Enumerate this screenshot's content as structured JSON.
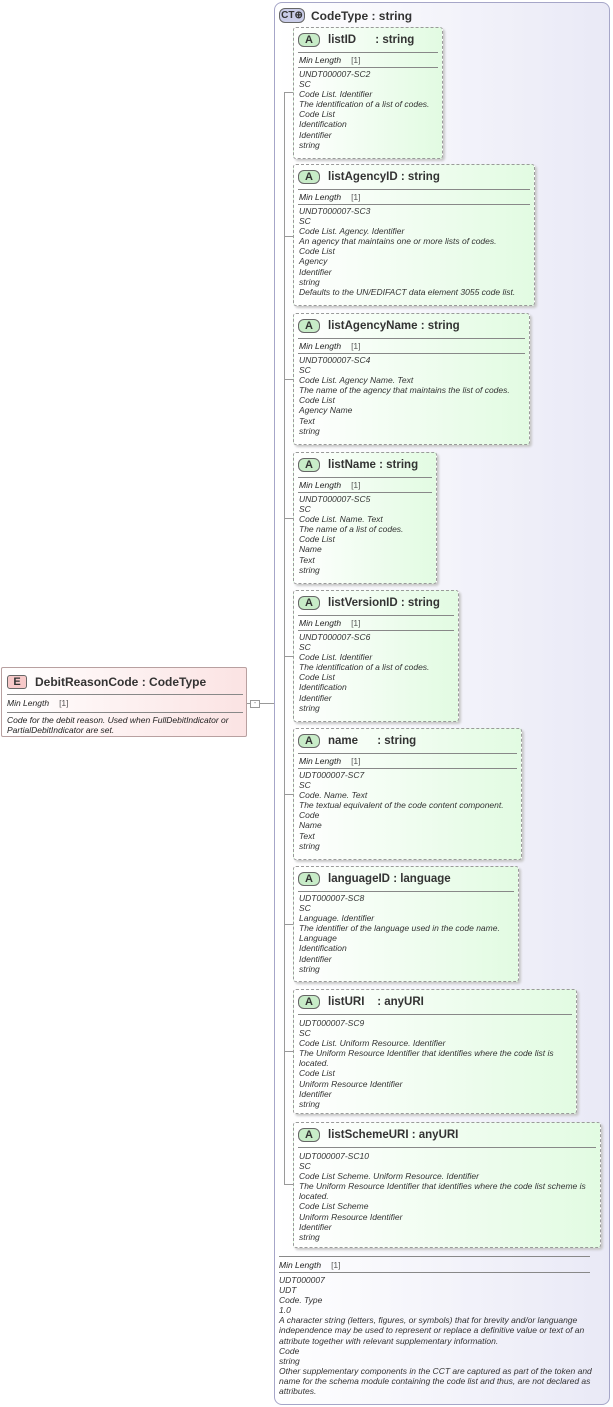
{
  "element": {
    "badge": "E",
    "name": "DebitReasonCode",
    "type": ": CodeType",
    "facet_label": "Min Length",
    "facet_value": "[1]",
    "documentation": "Code for the debit reason. Used when FullDebitIndicator or PartialDebitIndicator are set."
  },
  "complex_type": {
    "badge": "CT",
    "name": "CodeType",
    "type": ": string",
    "facet_label": "Min Length",
    "facet_value": "[1]",
    "documentation": [
      "UDT000007",
      "UDT",
      "Code. Type",
      "1.0",
      "A character string (letters, figures, or symbols) that for brevity and/or languange independence may be used to represent or replace a definitive value or text of an attribute together with relevant supplementary information.",
      "Code",
      "string",
      "Other supplementary components in the CCT are captured as part of the token and name for the schema module containing the code list and thus, are not declared as attributes."
    ]
  },
  "attributes": [
    {
      "badge": "A",
      "name": "listID",
      "type": ": string",
      "facet_label": "Min Length",
      "facet_value": "[1]",
      "doc": [
        "UNDT000007-SC2",
        "SC",
        "Code List. Identifier",
        "The identification of a list of codes.",
        "Code List",
        "Identification",
        "Identifier",
        "string"
      ]
    },
    {
      "badge": "A",
      "name": "listAgencyID",
      "type": ": string",
      "facet_label": "Min Length",
      "facet_value": "[1]",
      "doc": [
        "UNDT000007-SC3",
        "SC",
        "Code List. Agency. Identifier",
        "An agency that maintains one or more lists of codes.",
        "Code List",
        "Agency",
        "Identifier",
        "string",
        "Defaults to the UN/EDIFACT data element 3055 code list."
      ]
    },
    {
      "badge": "A",
      "name": "listAgencyName",
      "type": ": string",
      "facet_label": "Min Length",
      "facet_value": "[1]",
      "doc": [
        "UNDT000007-SC4",
        "SC",
        "Code List. Agency Name. Text",
        "The name of the agency that maintains the list of codes.",
        "Code List",
        "Agency Name",
        "Text",
        "string"
      ]
    },
    {
      "badge": "A",
      "name": "listName",
      "type": ": string",
      "facet_label": "Min Length",
      "facet_value": "[1]",
      "doc": [
        "UNDT000007-SC5",
        "SC",
        "Code List. Name. Text",
        "The name of a list of codes.",
        "Code List",
        "Name",
        "Text",
        "string"
      ]
    },
    {
      "badge": "A",
      "name": "listVersionID",
      "type": ": string",
      "facet_label": "Min Length",
      "facet_value": "[1]",
      "doc": [
        "UNDT000007-SC6",
        "SC",
        "Code List. Identifier",
        "The identification of a list of codes.",
        "Code List",
        "Identification",
        "Identifier",
        "string"
      ]
    },
    {
      "badge": "A",
      "name": "name",
      "type": ": string",
      "facet_label": "Min Length",
      "facet_value": "[1]",
      "doc": [
        "UDT000007-SC7",
        "SC",
        "Code. Name. Text",
        "The textual equivalent of the code content component.",
        "Code",
        "Name",
        "Text",
        "string"
      ]
    },
    {
      "badge": "A",
      "name": "languageID",
      "type": ": language",
      "doc": [
        "UDT000007-SC8",
        "SC",
        "Language. Identifier",
        "The identifier of the language used in the code name.",
        "Language",
        "Identification",
        "Identifier",
        "string"
      ]
    },
    {
      "badge": "A",
      "name": "listURI",
      "type": ": anyURI",
      "doc": [
        "UDT000007-SC9",
        "SC",
        "Code List. Uniform Resource. Identifier",
        "The Uniform Resource Identifier that identifies where the code list is located.",
        "Code List",
        "Uniform Resource Identifier",
        "Identifier",
        "string"
      ]
    },
    {
      "badge": "A",
      "name": "listSchemeURI",
      "type": ": anyURI",
      "doc": [
        "UDT000007-SC10",
        "SC",
        "Code List Scheme. Uniform Resource. Identifier",
        "The Uniform Resource Identifier that identifies where the code list scheme is located.",
        "Code List Scheme",
        "Uniform Resource Identifier",
        "Identifier",
        "string"
      ]
    }
  ],
  "colors": {
    "element_fill": "#fbe3e3",
    "attribute_fill": "#e2fbe2",
    "complex_type_fill": "#e9e9f6"
  }
}
